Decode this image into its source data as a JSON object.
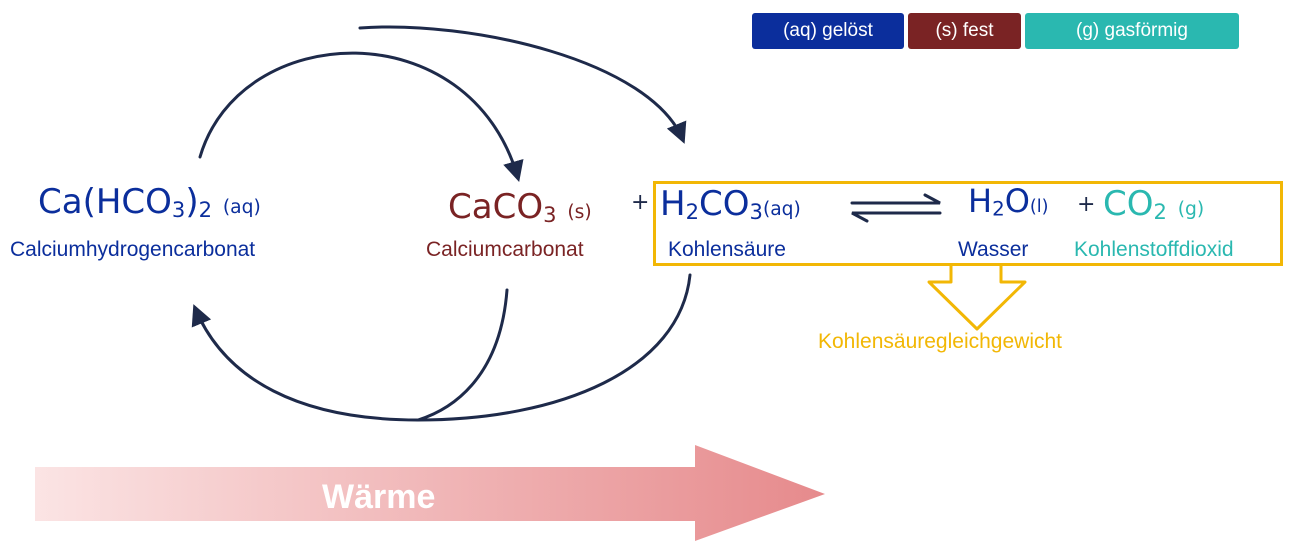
{
  "colors": {
    "aq": "#0b2e9c",
    "s": "#7a2324",
    "g": "#2ab8b0",
    "equilibrium": "#f2b705",
    "arrow_ink": "#1e2a4a",
    "heat_start": "#fbe4e4",
    "heat_end": "#e68a8c"
  },
  "legend": {
    "aq": "(aq) gelöst",
    "s": "(s) fest",
    "g": "(g) gasförmig"
  },
  "species": {
    "calciumhydrogencarbonat": {
      "formula_main": "Ca(HCO",
      "formula_sub": "3",
      "formula_close": ")",
      "formula_sub2": "2",
      "state": "(aq)",
      "name": "Calciumhydrogencarbonat"
    },
    "calciumcarbonat": {
      "formula_main": "CaCO",
      "formula_sub": "3",
      "state": "(s)",
      "name": "Calciumcarbonat"
    },
    "kohlensaeure": {
      "formula_h": "H",
      "formula_sub": "2",
      "formula_main": "CO",
      "formula_sub2": "3",
      "state": "(aq)",
      "name": "Kohlensäure"
    },
    "wasser": {
      "formula_h": "H",
      "formula_sub": "2",
      "formula_main": "O",
      "state": "(l)",
      "name": "Wasser"
    },
    "kohlenstoffdioxid": {
      "formula_main": "CO",
      "formula_sub": "2",
      "state": "(g)",
      "name": "Kohlenstoffdioxid"
    }
  },
  "operators": {
    "plus": "+"
  },
  "equilibrium_label": "Kohlensäuregleichgewicht",
  "heat_label": "Wärme"
}
